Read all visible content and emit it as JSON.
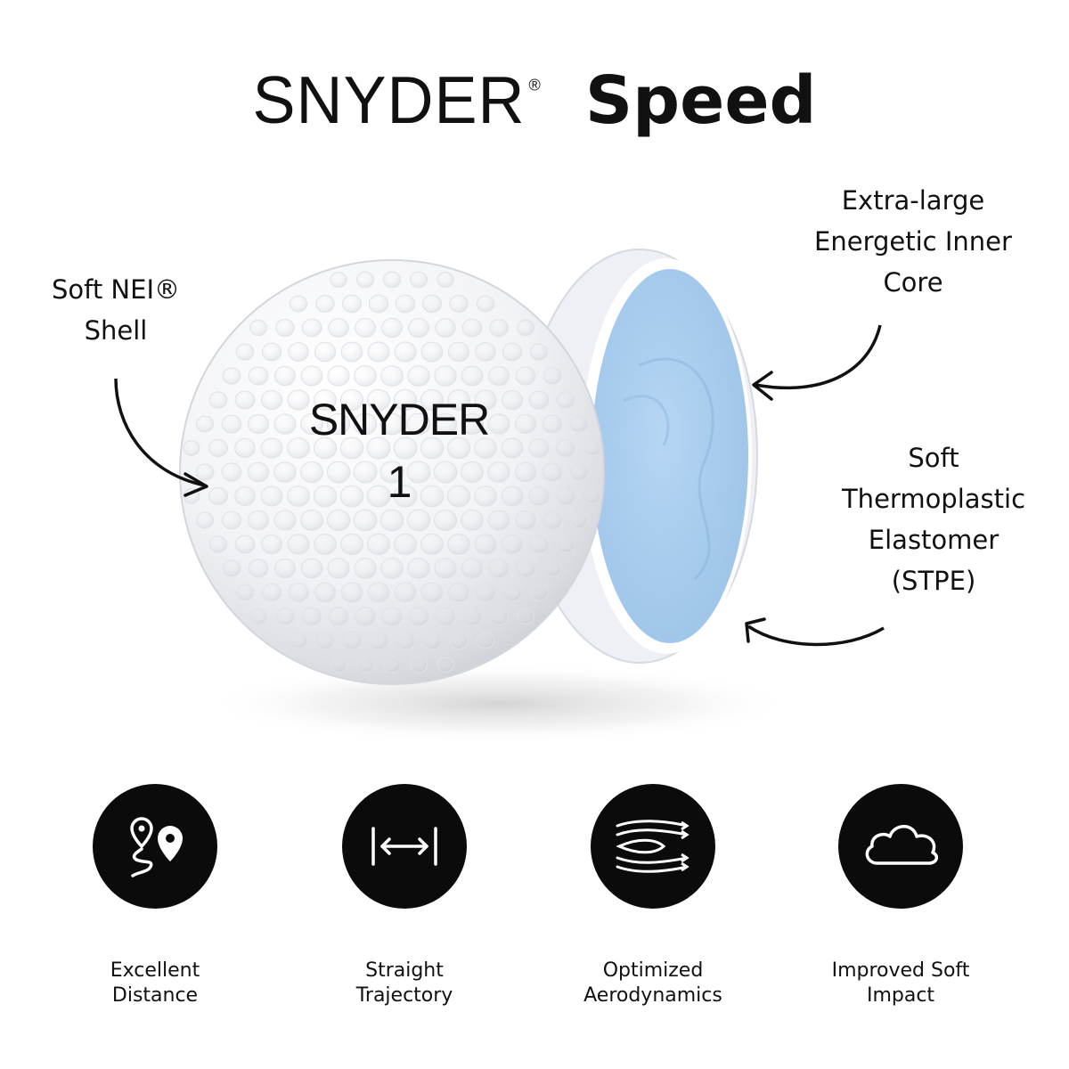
{
  "header": {
    "brand": "SNYDER",
    "registered_mark": "®",
    "product": "Speed"
  },
  "callouts": {
    "shell": [
      "Soft NEI®",
      "Shell"
    ],
    "core": [
      "Extra-large",
      "Energetic Inner",
      "Core"
    ],
    "stpe": [
      "Soft",
      "Thermoplastic",
      "Elastomer",
      "(STPE)"
    ]
  },
  "ball": {
    "brand": "SNYDER",
    "number": "1",
    "core_color": "#a9cdee",
    "shell_color": "#ffffff"
  },
  "features": [
    {
      "icon": "map-route-icon",
      "lines": [
        "Excellent",
        "Distance"
      ]
    },
    {
      "icon": "horizontal-arrow-icon",
      "lines": [
        "Straight",
        "Trajectory"
      ]
    },
    {
      "icon": "airflow-icon",
      "lines": [
        "Optimized",
        "Aerodynamics"
      ]
    },
    {
      "icon": "cloud-icon",
      "lines": [
        "Improved Soft",
        "Impact"
      ]
    }
  ]
}
